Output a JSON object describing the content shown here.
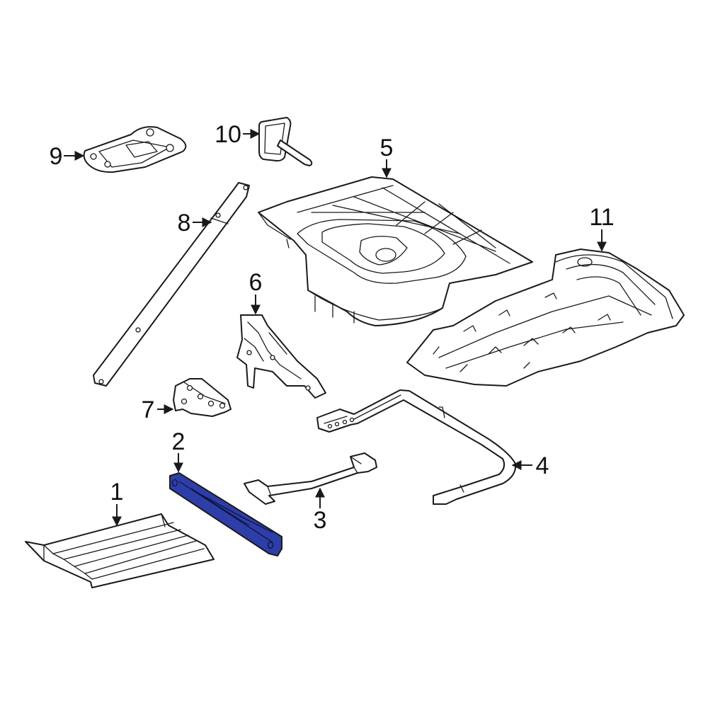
{
  "diagram": {
    "highlight_color": "#2e3ea8",
    "callouts": [
      {
        "id": "1",
        "label": "1",
        "part": "floor-panel"
      },
      {
        "id": "2",
        "label": "2",
        "part": "crossmember-highlighted"
      },
      {
        "id": "3",
        "label": "3",
        "part": "crossmember-bracket"
      },
      {
        "id": "4",
        "label": "4",
        "part": "side-rail"
      },
      {
        "id": "5",
        "label": "5",
        "part": "spare-tire-well"
      },
      {
        "id": "6",
        "label": "6",
        "part": "support-bracket"
      },
      {
        "id": "7",
        "label": "7",
        "part": "mount-bracket"
      },
      {
        "id": "8",
        "label": "8",
        "part": "reinforcement-strip"
      },
      {
        "id": "9",
        "label": "9",
        "part": "reinforcement-plate"
      },
      {
        "id": "10",
        "label": "10",
        "part": "stud-plate"
      },
      {
        "id": "11",
        "label": "11",
        "part": "rear-floor-pan"
      }
    ]
  }
}
